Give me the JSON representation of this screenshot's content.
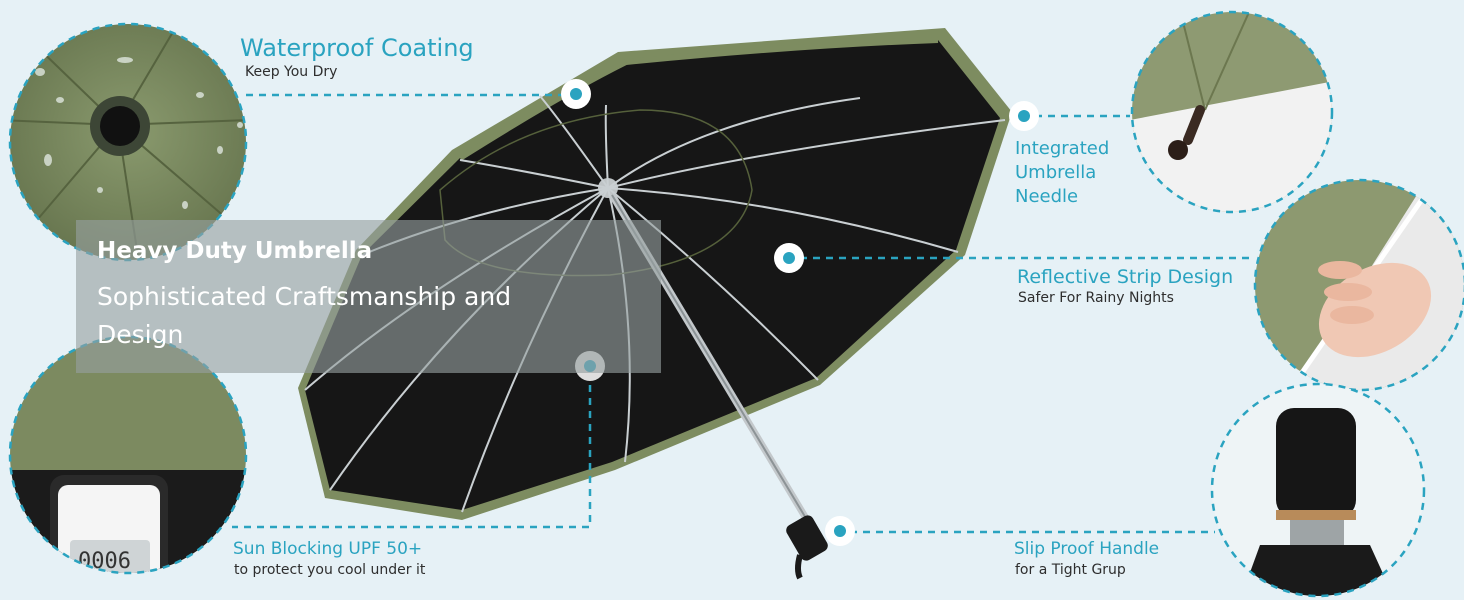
{
  "features": {
    "waterproof": {
      "title": "Waterproof Coating",
      "subtitle": "Keep You Dry"
    },
    "needle": {
      "lines": [
        "Integrated",
        "Umbrella",
        "Needle"
      ]
    },
    "reflective": {
      "title": "Reflective Strip Design",
      "subtitle": "Safer For Rainy Nights"
    },
    "sun": {
      "title": "Sun Blocking UPF 50+",
      "subtitle": "to protect you cool under it"
    },
    "handle": {
      "title": "Slip Proof Handle",
      "subtitle": "for a Tight Grup"
    }
  },
  "hero": {
    "title": "Heavy Duty Umbrella",
    "subtitle": "Sophisticated Craftsmanship and Design"
  },
  "detail_readout": "0006",
  "colors": {
    "background": "#e6f1f6",
    "accent": "#2aa3c0",
    "canopy_olive": "#7a8a5e",
    "canopy_inner": "#141414"
  }
}
